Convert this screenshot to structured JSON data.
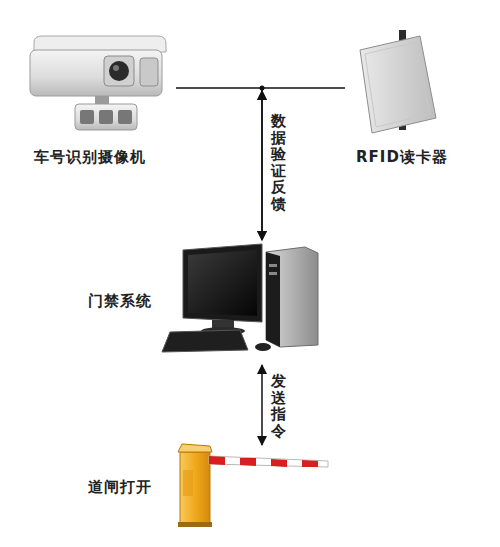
{
  "diagram": {
    "nodes": [
      {
        "text": [
          "车号识别摄像机"
        ]
      },
      {
        "text": [
          "RFID读卡器"
        ]
      },
      {
        "text": [
          "门禁系统"
        ]
      },
      {
        "text": [
          "道闸打开"
        ]
      }
    ],
    "edges": [
      {
        "from": 0,
        "to": 2,
        "arrow": "both",
        "label": "数据验证反馈"
      },
      {
        "from": 1,
        "to": 2,
        "arrow": "both"
      },
      {
        "from": 2,
        "to": 3,
        "arrow": "both",
        "label": "发送指令"
      }
    ]
  }
}
